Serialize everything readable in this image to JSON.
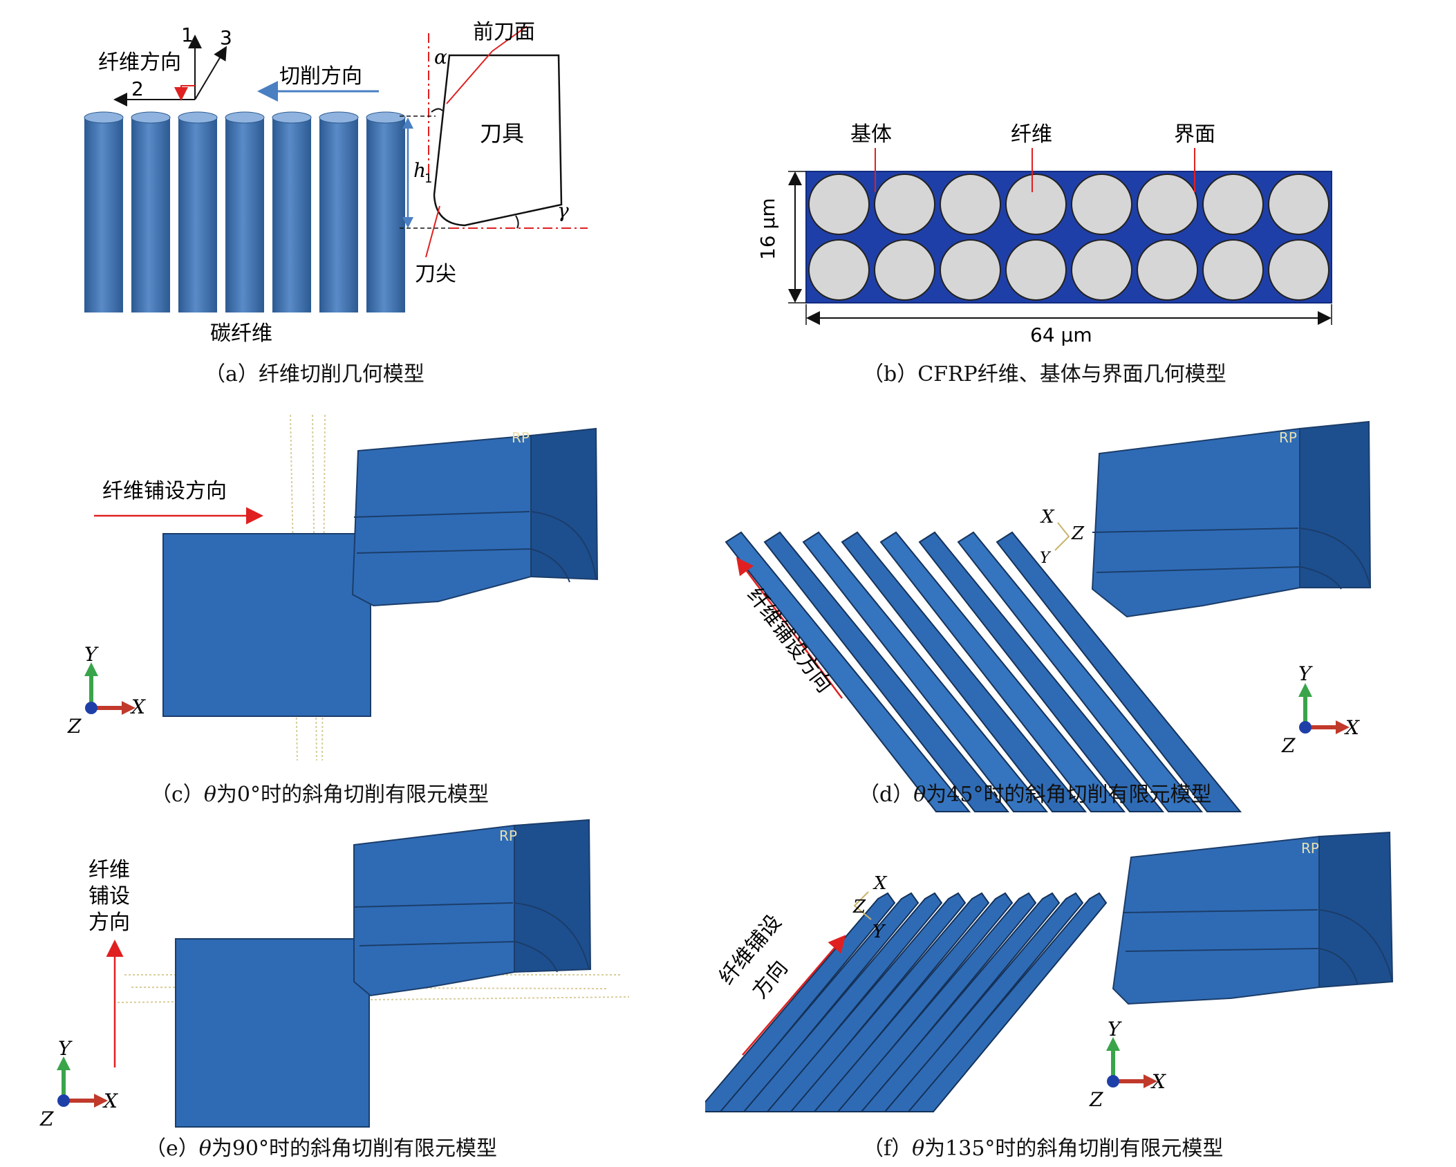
{
  "panel_a": {
    "fiber_direction": "纤维方向",
    "axis_1": "1",
    "axis_2": "2",
    "axis_3": "3",
    "cutting_direction": "切削方向",
    "rake_face": "前刀面",
    "tool": "刀具",
    "tool_tip": "刀尖",
    "carbon_fiber": "碳纤维",
    "alpha": "α",
    "gamma": "γ",
    "h1": "h",
    "h1_sub": "1",
    "caption": "（a）纤维切削几何模型"
  },
  "panel_b": {
    "matrix": "基体",
    "fiber": "纤维",
    "interface": "界面",
    "height_dim": "16 μm",
    "width_dim": "64 μm",
    "caption": "（b）CFRP纤维、基体与界面几何模型",
    "rows": 2,
    "cols": 8
  },
  "panel_c": {
    "layup_dir": "纤维铺设方向",
    "rp": "RP",
    "axis_y": "Y",
    "axis_x": "X",
    "axis_z": "Z",
    "caption_prefix": "（c）",
    "caption_theta": "θ",
    "caption_rest": "为0°时的斜角切削有限元模型"
  },
  "panel_d": {
    "layup_dir": "纤维铺设方向",
    "rp": "RP",
    "local_x": "X",
    "local_y": "Y",
    "local_z": "Z",
    "axis_y": "Y",
    "axis_x": "X",
    "axis_z": "Z",
    "caption_prefix": "（d）",
    "caption_theta": "θ",
    "caption_rest": "为45°时的斜角切削有限元模型"
  },
  "panel_e": {
    "layup_dir_1": "纤维",
    "layup_dir_2": "铺设",
    "layup_dir_3": "方向",
    "rp": "RP",
    "axis_y": "Y",
    "axis_x": "X",
    "axis_z": "Z",
    "caption_prefix": "（e）",
    "caption_theta": "θ",
    "caption_rest": "为90°时的斜角切削有限元模型"
  },
  "panel_f": {
    "layup_dir_1": "纤维铺设",
    "layup_dir_2": "方向",
    "rp": "RP",
    "local_x": "X",
    "local_y": "Y",
    "local_z": "Z",
    "axis_y": "Y",
    "axis_x": "X",
    "axis_z": "Z",
    "caption_prefix": "（f）",
    "caption_theta": "θ",
    "caption_rest": "为135°时的斜角切削有限元模型"
  },
  "colors": {
    "fiber_blue": "#3f6fad",
    "fe_blue": "#2f6bb5",
    "fe_dark": "#1d4f8f",
    "matrix_blue": "#1f3fa8",
    "fiber_gray": "#d6d6d6",
    "red": "#e02020",
    "arrow_blue": "#4a7fc2"
  }
}
